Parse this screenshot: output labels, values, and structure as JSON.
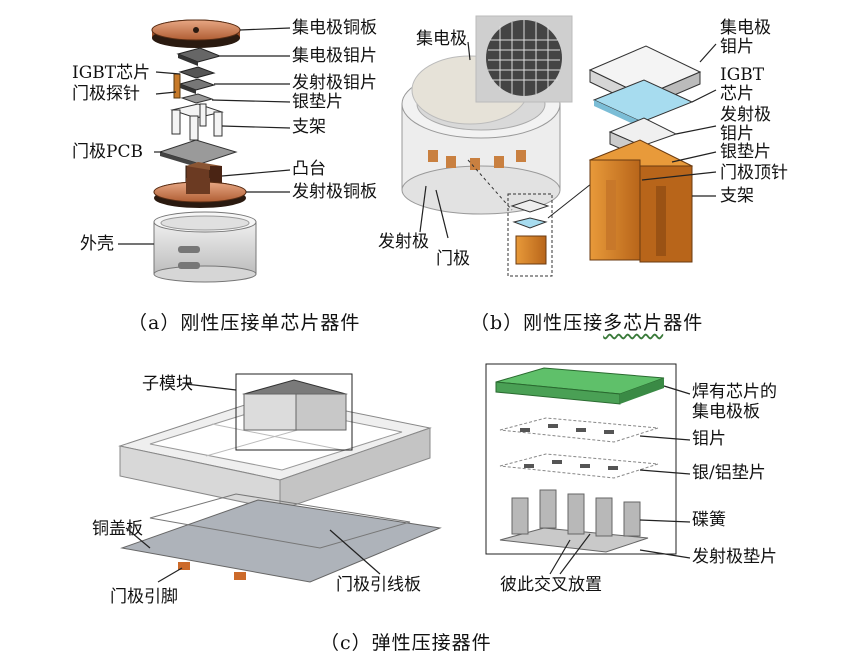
{
  "panel_a": {
    "labels": [
      "集电极铜板",
      "集电极钼片",
      "IGBT芯片",
      "发射极钼片",
      "门极探针",
      "银垫片",
      "支架",
      "门极PCB",
      "凸台",
      "发射极铜板",
      "外壳"
    ],
    "caption": "（a）刚性压接单芯片器件"
  },
  "panel_b": {
    "labels_left": [
      "集电极",
      "发射极",
      "门极"
    ],
    "labels_right": [
      "集电极",
      "钼片",
      "IGBT",
      "芯片",
      "发射极",
      "钼片",
      "银垫片",
      "门极顶针",
      "支架"
    ],
    "caption_prefix": "（b）刚性压接",
    "caption_underlined": "多芯片",
    "caption_suffix": "器件"
  },
  "panel_c": {
    "labels_left": [
      "子模块",
      "铜盖板",
      "门极引脚",
      "门极引线板"
    ],
    "labels_right": [
      "焊有芯片的",
      "集电极板",
      "钼片",
      "银/铝垫片",
      "碟簧",
      "发射极垫片",
      "彼此交叉放置"
    ],
    "caption": "（c）弹性压接器件"
  },
  "colors": {
    "copper": "#c97a4e",
    "orange": "#d9822b",
    "chip_blue": "#a7dcef",
    "green_board": "#5fc06a"
  }
}
